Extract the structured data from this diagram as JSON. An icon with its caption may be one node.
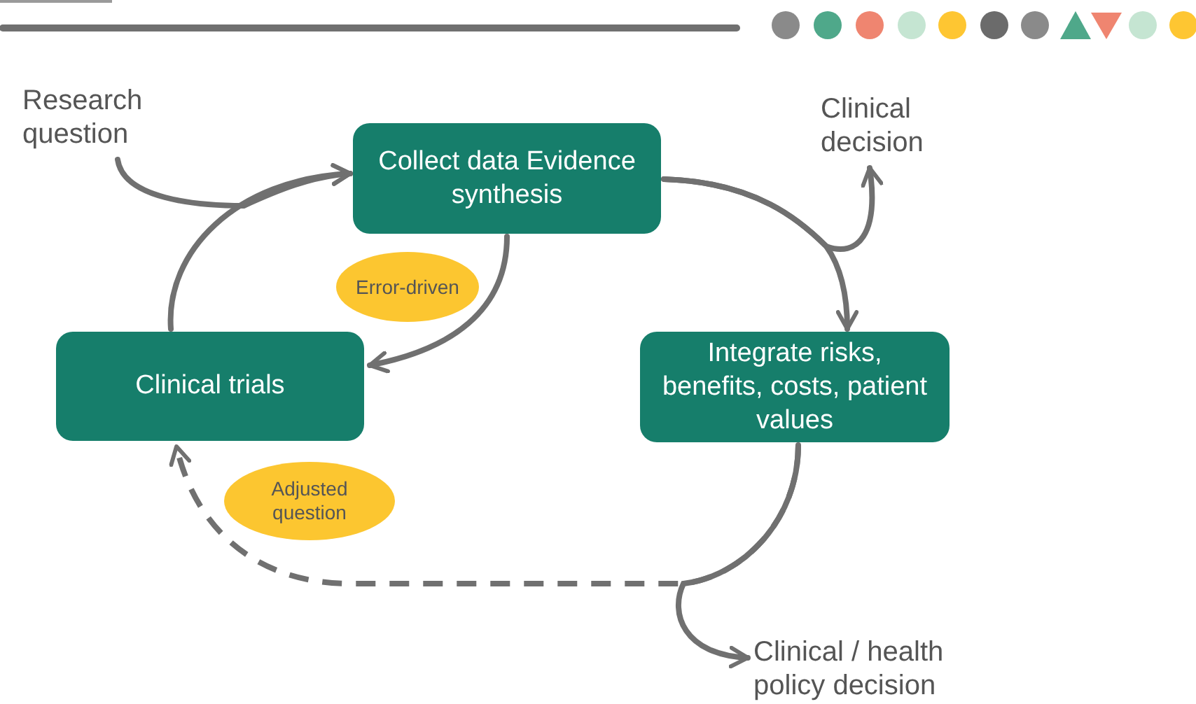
{
  "diagram": {
    "nodes": [
      {
        "text": [
          "Research question"
        ]
      },
      {
        "text": [
          "Collect data Evidence synthesis"
        ]
      },
      {
        "text": [
          "Clinical decision"
        ]
      },
      {
        "text": [
          "Clinical trials"
        ]
      },
      {
        "text": [
          "Integrate risks, benefits, costs, patient values"
        ]
      },
      {
        "text": [
          "Clinical / health policy decision"
        ]
      }
    ],
    "edges": [
      {
        "from": 0,
        "to": 1,
        "arrow": "to"
      },
      {
        "from": 3,
        "to": 1,
        "arrow": "to"
      },
      {
        "from": 1,
        "to": 2,
        "arrow": "to"
      },
      {
        "from": 1,
        "to": 4,
        "arrow": "to"
      },
      {
        "from": 1,
        "to": 3,
        "arrow": "to",
        "label": "Error-driven"
      },
      {
        "from": 4,
        "to": 3,
        "arrow": "to",
        "label": "Adjusted question",
        "style": "dashed"
      },
      {
        "from": 4,
        "to": 5,
        "arrow": "to"
      }
    ]
  }
}
